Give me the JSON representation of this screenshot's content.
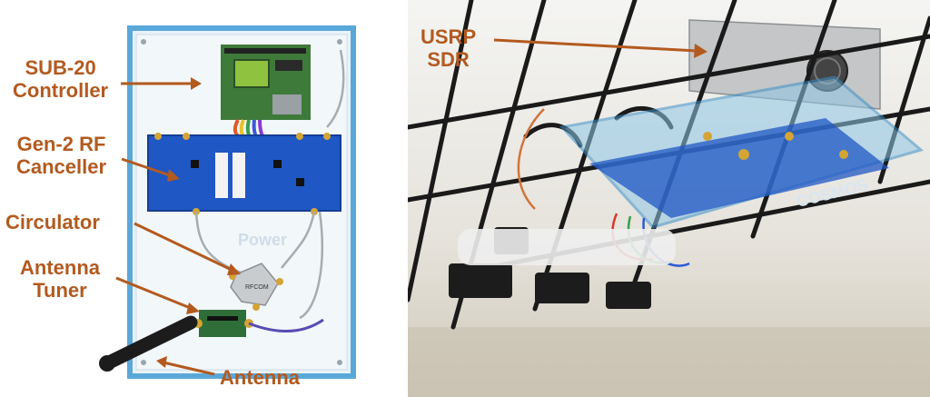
{
  "colors": {
    "label": "#b35a1f",
    "acrylic_edge": "#5aa8d9",
    "pcb_blue": "#1f57c4",
    "pcb_green": "#3e7a3a",
    "cable_tray": "#1a1a1a"
  },
  "left_panel": {
    "labels": {
      "sub20_line1": "SUB-20",
      "sub20_line2": "Controller",
      "rf_line1": "Gen-2 RF",
      "rf_line2": "Canceller",
      "circulator": "Circulator",
      "tuner_line1": "Antenna",
      "tuner_line2": "Tuner",
      "antenna": "Antenna"
    },
    "board_texts": {
      "power_watermark": "Power",
      "circulator_brand": "RFCOM"
    }
  },
  "right_panel": {
    "labels": {
      "usrp_line1": "USRP",
      "usrp_line2": "SDR"
    },
    "board_texts": {
      "enclosure_mark": "COSMOS"
    }
  }
}
